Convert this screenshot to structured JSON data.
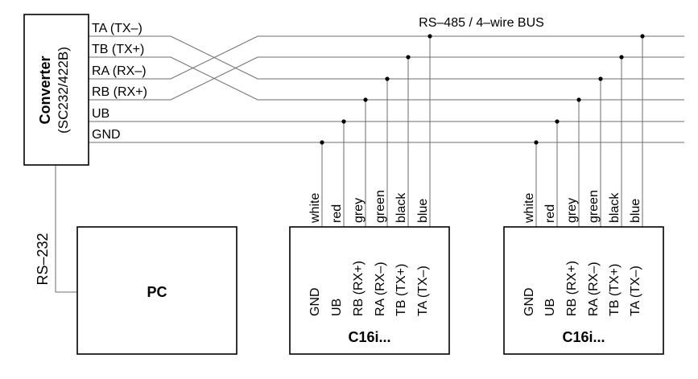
{
  "bus": {
    "title": "RS–485 / 4–wire BUS"
  },
  "converter": {
    "title": "Converter",
    "subtitle": "(SC232/422B)",
    "terminals": [
      "TA (TX–)",
      "TB (TX+)",
      "RA (RX–)",
      "RB (RX+)",
      "UB",
      "GND"
    ]
  },
  "link": {
    "label": "RS–232"
  },
  "pc": {
    "label": "PC"
  },
  "devices": [
    {
      "title": "C16i...",
      "wire_colors": [
        "white",
        "red",
        "grey",
        "green",
        "black",
        "blue"
      ],
      "terminals": [
        "GND",
        "UB",
        "RB (RX+)",
        "RA (RX–)",
        "TB (TX+)",
        "TA (TX–)"
      ]
    },
    {
      "title": "C16i...",
      "wire_colors": [
        "white",
        "red",
        "grey",
        "green",
        "black",
        "blue"
      ],
      "terminals": [
        "GND",
        "UB",
        "RB (RX+)",
        "RA (RX–)",
        "TB (TX+)",
        "TA (TX–)"
      ]
    }
  ]
}
